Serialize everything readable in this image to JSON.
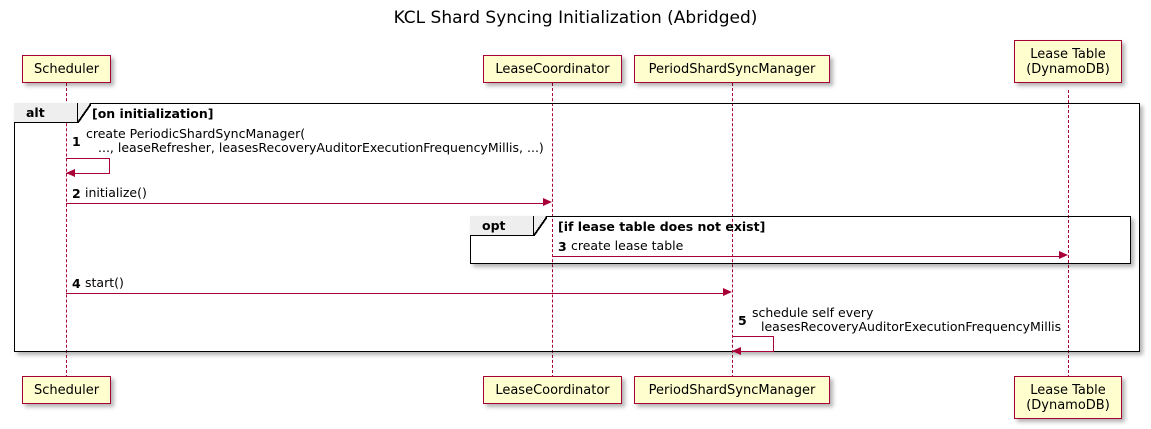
{
  "diagram": {
    "title": "KCL Shard Syncing Initialization (Abridged)",
    "type": "sequence-diagram"
  },
  "participants": [
    {
      "id": "scheduler",
      "label": "Scheduler"
    },
    {
      "id": "lease-coordinator",
      "label": "LeaseCoordinator"
    },
    {
      "id": "period-shard-sync-manager",
      "label": "PeriodShardSyncManager"
    },
    {
      "id": "lease-table",
      "label": "Lease Table\n(DynamoDB)"
    }
  ],
  "frames": [
    {
      "id": "alt-frame",
      "type": "alt",
      "label": "alt",
      "condition": "[on initialization]"
    },
    {
      "id": "opt-frame",
      "type": "opt",
      "label": "opt",
      "condition": "[if lease table does not exist]"
    }
  ],
  "messages": [
    {
      "number": "1",
      "from": "scheduler",
      "to": "scheduler",
      "kind": "self",
      "text_line1": "create PeriodicShardSyncManager(",
      "text_line2": "..., leaseRefresher, leasesRecoveryAuditorExecutionFrequencyMillis, ...)"
    },
    {
      "number": "2",
      "from": "scheduler",
      "to": "lease-coordinator",
      "kind": "sync",
      "text_line1": "initialize()",
      "text_line2": ""
    },
    {
      "number": "3",
      "from": "lease-coordinator",
      "to": "lease-table",
      "kind": "sync",
      "text_line1": "create lease table",
      "text_line2": ""
    },
    {
      "number": "4",
      "from": "scheduler",
      "to": "period-shard-sync-manager",
      "kind": "sync",
      "text_line1": "start()",
      "text_line2": ""
    },
    {
      "number": "5",
      "from": "period-shard-sync-manager",
      "to": "period-shard-sync-manager",
      "kind": "self",
      "text_line1": "schedule self every",
      "text_line2": "leasesRecoveryAuditorExecutionFrequencyMillis"
    }
  ],
  "colors": {
    "participant_fill": "#FEFECE",
    "participant_border": "#A80036",
    "arrow": "#A80036",
    "frame_border": "#000000",
    "frame_tab_fill": "#EEEEEE",
    "background": "#FFFFFF"
  }
}
